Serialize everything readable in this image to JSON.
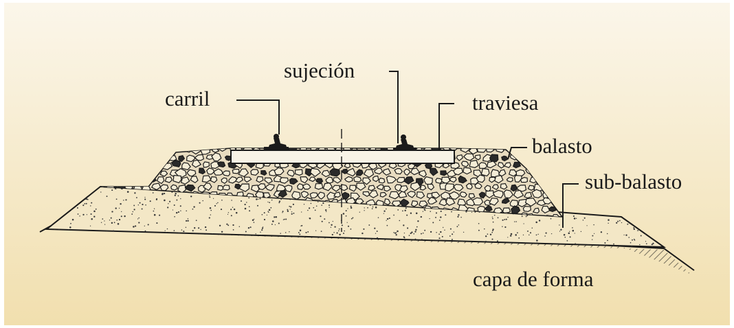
{
  "colors": {
    "background_top": "#fbf6ea",
    "background_bottom": "#f1dfae",
    "ink": "#1a1a1a",
    "sleeper_fill": "#f8f3e6"
  },
  "labels": {
    "rail": "carril",
    "fastening": "sujeción",
    "sleeper": "traviesa",
    "ballast": "balasto",
    "sub_ballast": "sub-balasto",
    "formation_layer": "capa de forma"
  }
}
